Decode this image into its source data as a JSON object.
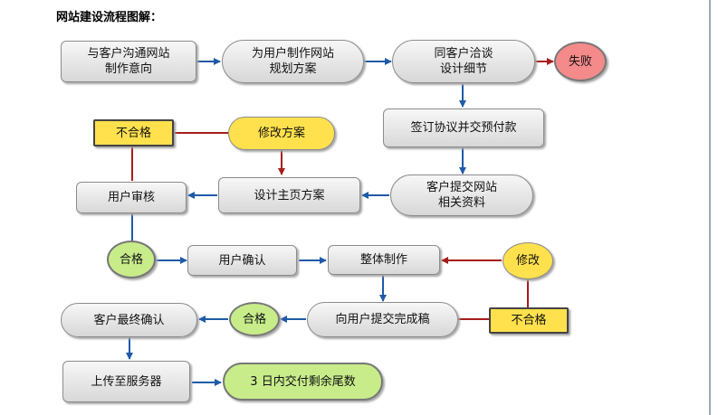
{
  "title": "网站建设流程图解：",
  "colors": {
    "blue_arrow": "#1f5aa8",
    "red_arrow": "#a81c1c",
    "yellow": "#ffe14d",
    "green": "#c8ec8a",
    "red": "#f58a8a"
  },
  "nodes": {
    "communicate": "与客户沟通网站\n制作意向",
    "plan": "为用户制作网站\n规划方案",
    "negotiate": "同客户洽谈\n设计细节",
    "fail": "失败",
    "contract": "签订协议并交预付款",
    "materials": "客户提交网站\n相关资料",
    "homepage": "设计主页方案",
    "user_review": "用户审核",
    "reject1": "不合格",
    "modify_plan": "修改方案",
    "pass1": "合格",
    "user_confirm": "用户确认",
    "whole_make": "整体制作",
    "modify": "修改",
    "submit": "向用户提交完成稿",
    "reject2": "不合格",
    "pass2": "合格",
    "final_confirm": "客户最终确认",
    "upload": "上传至服务器",
    "pay_balance": "3 日内交付剩余尾数"
  }
}
